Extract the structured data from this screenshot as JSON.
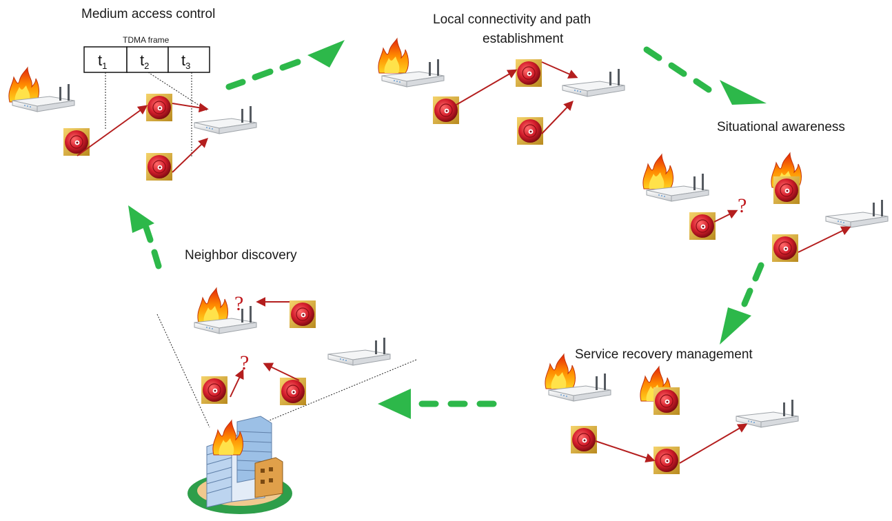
{
  "stages": {
    "mac": "Medium access control",
    "local_line1": "Local connectivity and path",
    "local_line2": "establishment",
    "situational": "Situational awareness",
    "neighbor": "Neighbor discovery",
    "recovery": "Service recovery management"
  },
  "tdma": {
    "label": "TDMA frame",
    "slots": [
      {
        "base": "t",
        "sub": "1"
      },
      {
        "base": "t",
        "sub": "2"
      },
      {
        "base": "t",
        "sub": "3"
      }
    ]
  },
  "question_mark": "?",
  "colors": {
    "cycle_arrow": "#2db84a",
    "link_arrow": "#b41e1e",
    "sensor": "#d41e2c",
    "fire": "#ff7a00"
  },
  "icons": [
    "router-icon",
    "sensor-icon",
    "fire-icon",
    "building-icon",
    "question-mark"
  ]
}
